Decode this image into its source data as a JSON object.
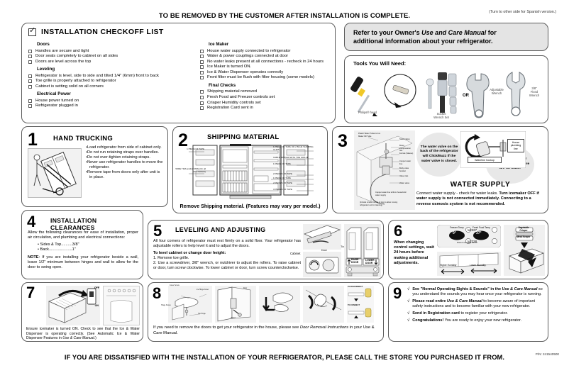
{
  "header": {
    "main": "TO BE REMOVED BY THE CUSTOMER AFTER INSTALLATION IS COMPLETE.",
    "side_note": "(Turn to other side for Spanish version.)"
  },
  "checklist": {
    "title": "INSTALLATION CHECKOFF LIST",
    "left_groups": [
      {
        "heading": "Doors",
        "items": [
          "Handles are secure and tight",
          "Door seals completely to cabinet on all sides",
          "Doors are level across the top"
        ]
      },
      {
        "heading": "Leveling",
        "items": [
          "Refrigerator is level, side to side and tilted 1/4\" (6mm) front to back",
          "Toe grille is properly attached to refrigerator",
          "Cabinet is setting solid on all corners"
        ]
      },
      {
        "heading": "Electrical Power",
        "items": [
          "House power turned on",
          "Refrigerator plugged in"
        ]
      }
    ],
    "right_groups": [
      {
        "heading": "Ice Maker",
        "items": [
          "House water supply connected to refrigerator",
          "Water & power couplings connected at door",
          "No water leaks present at all connections - recheck in 24 hours",
          "Ice Maker is turned ON.",
          "Ice & Water Dispenser operates correctly",
          "Front filter must be flush with filter housing (some models)"
        ]
      },
      {
        "heading": "Final Checks",
        "items": [
          "Shipping material removed",
          "Fresh Food and Freezer controls set",
          "Criaper Humidity controls set",
          "Registration Card sent in"
        ]
      }
    ]
  },
  "manual_box": {
    "line1_a": "Refer to your Owner's ",
    "line1_em": "Use and Care Manual",
    "line1_b": " for",
    "line2": "additional information about your refrigerator."
  },
  "tools": {
    "title": "Tools You Will Need:",
    "labels": [
      "Philips® head",
      "Socket\nWrench Set",
      "Adjustable\nWrench",
      "3/8\"\nFixed\nWrench"
    ],
    "or": "OR"
  },
  "panels": {
    "p1": {
      "number": "1",
      "title": "HAND TRUCKING",
      "bullets": [
        "Load refrigerator from side of cabinet only.",
        "Do not run retaining straps over handles.",
        "Do not over-tighten retaining straps.",
        "Never use refrigerator handles to move the refrigerator.",
        "Remove tape from doors only after unit is in place."
      ]
    },
    "p2": {
      "number": "2",
      "title": "SHIPPING MATERIAL",
      "caption": "Remove Shipping material. (Features may vary per model.)",
      "tags_left": [
        "1 PIECE OF TAPE",
        "WIRE TIES and/or TAPE (On all wire baskets)"
      ],
      "tags_right": [
        "1 PIECE OF TAPE OR 2 BLUE SHIPPING CLIPS",
        "CABLE SPACER WITH TOE GRILLE",
        "1 PIECE OF TAPE",
        "2 PIECES OF TAPE",
        "1 PIECE OF TAPE",
        "2 PIECES OF TAPE",
        "3 PIECES OF TAPE"
      ]
    },
    "p3": {
      "number": "3",
      "title": "WATER SUPPLY",
      "bubble_left": "The water valve on the back of the refrigerator will Click/Buzz if the water valve is closed.",
      "bubble_right": "Be certain the water valve is open and there are no leaks.",
      "label_house": "House plumbing line",
      "label_hookup": "Waterline hookup",
      "body_a": "Connect water supply - check for water leaks. ",
      "body_b": "Turn icemaker OFF if water supply is not connected immediately. Connecting to a reverse osmosis system is not recommended.",
      "diagram_labels": [
        "Plastic Water Tubes to Ice Maker Fill Tube",
        "Steel Clamp",
        "Brass Compression Nut",
        "Ferrule (Sleeve)",
        "Copper water line",
        "Body valve bracket",
        "Valve inlet",
        "Water valve",
        "Copper water line to/from household water supply",
        "(Include smooth tubing in loop to allow moving refrigerator out for cleaning)"
      ]
    },
    "p4": {
      "number": "4",
      "title": "INSTALLATION CLEARANCES",
      "intro": "Allow the following clearances for ease of installation, proper air circulation, and plumbing and electrical connections:",
      "clearances": [
        "• Sides & Top..........3/8\"",
        "• Back.....................1\""
      ],
      "note_label": "NOTE",
      "note": ": If you are installing your refrigerator beside a wall, leave 1/2\" minimum between hinges and wall to allow for the door to swing open."
    },
    "p5": {
      "number": "5",
      "title": "LEVELING AND ADJUSTING",
      "intro": "All four corners of refrigerator must rest firmly on a solid floor. Your refrigerator has adjustable rollers to help level it and to adjust the doors.",
      "sub": "To level cabinet or change door height:",
      "steps": [
        "1. Remove toe grille.",
        "2. Use a screwdriver, 3/8\" wrench, or nutdriver to adjust the rollers. To raise cabinet or door, turn screw clockwise. To lower cabinet or door, turn screw counterclockwise."
      ],
      "art_labels": [
        "Toe Grille",
        "Cabinet",
        "Door",
        "RAISE DOOR",
        "LOWER DOOR"
      ]
    },
    "p6": {
      "number": "6",
      "title": "",
      "body": "When changing control settings, wait 24 hours before making additional adjustments.",
      "display_left": "0°",
      "display_right": "37°",
      "display_label_left": "Freezer Temp",
      "display_label_right": "Fresh Food Temp",
      "display_label_center": "Press to set temp control",
      "humidity_low": "Higher Humidity",
      "humidity_high": "Lower Humidity",
      "crisper_top": "Vegetable Crisper",
      "crisper_bottom": "Meat Keeper"
    },
    "p7": {
      "number": "7",
      "caption_a": "Ensure icemaker is turned ON. Check to see that the Ice & Water Dispenser is operating correctly. (See Automatic Ice & Water Dispenser Features in ",
      "caption_em": "Use & Care Manual",
      "caption_b": ".)",
      "switch_on": "ON",
      "switch_off": "OFF"
    },
    "p8": {
      "number": "8",
      "caption_a": "If you need to remove the doors to get your refrigerator in the house, please see ",
      "caption_em": "Door Removal Instructions",
      "caption_b": " in your Use & Care Manual.",
      "art_labels": [
        "Cover Screw",
        "Ice Hinge Cover",
        "Hinge Screw",
        "Top Hinge",
        "Door",
        "Valves",
        "Hinge Assembly",
        "TO DISCONNECT",
        "TO CONNECT"
      ]
    },
    "p9": {
      "number": "9",
      "items": [
        {
          "mark": "√",
          "a": "See \"Normal Operating Sights & Sounds\" in the ",
          "em": "Use & Care Manual",
          "b": " so you understand the sounds you may hear once your refrigerator is running."
        },
        {
          "mark": "√",
          "a": "Please read entire ",
          "em": "Use & Care Manual",
          "b": " to become aware of important safety instructions and to become familiar with your new refrigerator."
        },
        {
          "mark": "√",
          "a": "Send in Registration card",
          "em": "",
          "b": " to register your refrigerator."
        },
        {
          "mark": "√",
          "a": "Congratulations!",
          "em": "",
          "b": " You are ready to enjoy your new refrigerator."
        }
      ]
    }
  },
  "footer": {
    "main": "IF YOU ARE DISSATISFIED WITH THE INSTALLATION OF YOUR REFRIGERATOR, PLEASE CALL THE STORE YOU PURCHASED IT FROM.",
    "part_number": "P/N: 241540500"
  }
}
